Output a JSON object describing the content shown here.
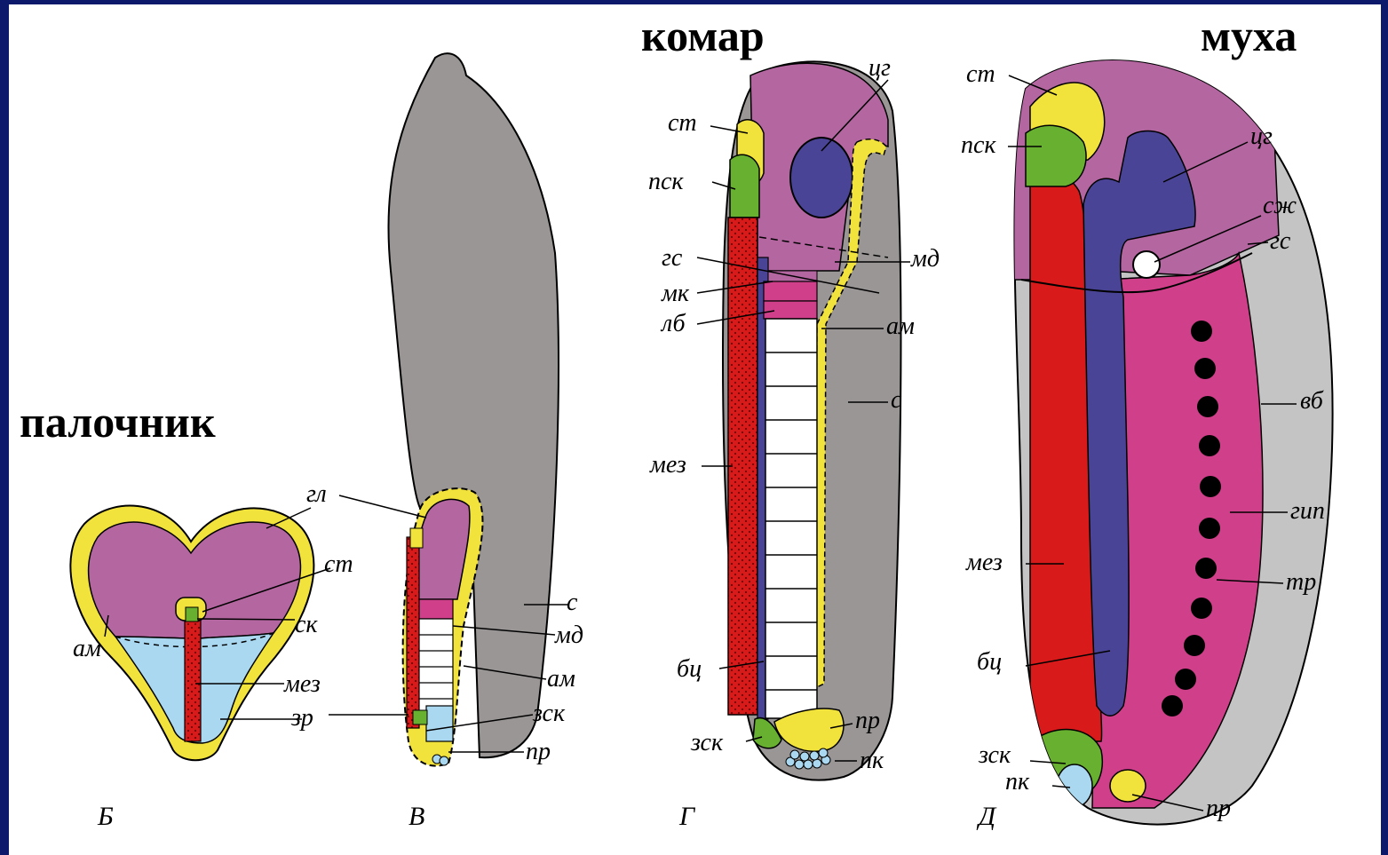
{
  "titles": {
    "stick_insect": "палочник",
    "mosquito": "комар",
    "fly": "муха"
  },
  "panel_letters": {
    "b": "Б",
    "v": "В",
    "g": "Г",
    "d": "Д"
  },
  "panel_b": {
    "gl": "гл",
    "st": "ст",
    "sk": "ск",
    "am": "ам",
    "mez": "мез",
    "zr": "зр"
  },
  "panel_v": {
    "s": "с",
    "md": "мд",
    "am": "ам",
    "zsk": "зск",
    "pr": "пр"
  },
  "panel_g": {
    "tsg": "цг",
    "st": "ст",
    "psk": "пск",
    "gs": "гс",
    "md": "мд",
    "mk": "мк",
    "lb": "лб",
    "am": "ам",
    "s": "с",
    "mez": "мез",
    "bts": "бц",
    "zsk": "зск",
    "pr": "пр",
    "pk": "пк"
  },
  "panel_d": {
    "st": "ст",
    "psk": "пск",
    "tsg": "цг",
    "szh": "сж",
    "gs": "гс",
    "vb": "вб",
    "gip": "гип",
    "tr": "тр",
    "mez": "мез",
    "bts": "бц",
    "zsk": "зск",
    "pk": "пк",
    "pr": "пр"
  },
  "colors": {
    "background": "#0d1a6b",
    "head_lobe": "#b466a0",
    "amnion": "#f2e23c",
    "serosa": "#9a9696",
    "mesoderm": "#d81a1a",
    "stomodeum": "#f2e23c",
    "foregut": "#68b030",
    "midgut": "#4a4496",
    "segments": "#d0408a",
    "light_blue": "#aad8f0",
    "light_gray": "#c4c4c4",
    "dark": "#000000"
  }
}
